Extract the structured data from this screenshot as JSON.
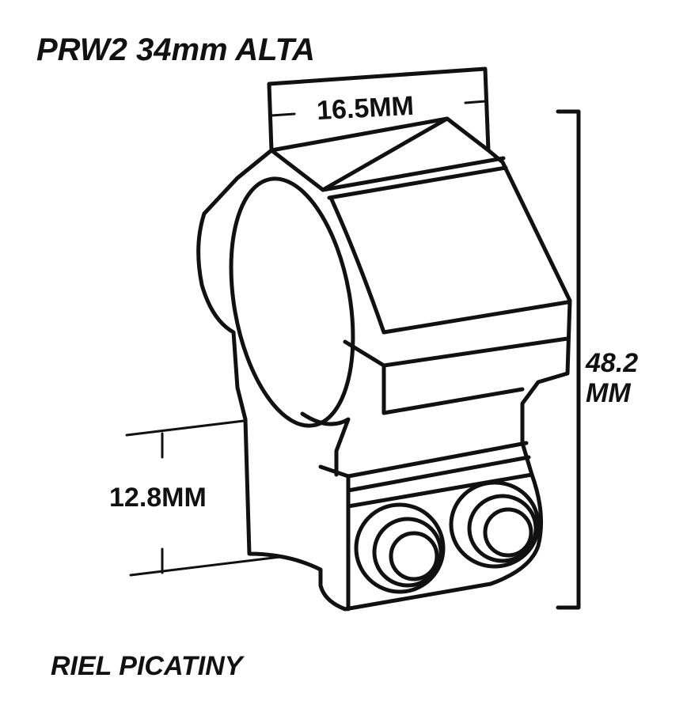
{
  "title": "PRW2 34mm ALTA",
  "dimensions": {
    "width": "16.5MM",
    "height_value": "48.2",
    "height_unit": "MM",
    "base": "12.8MM"
  },
  "footer": "RIEL PICATINY",
  "colors": {
    "ink": "#111111",
    "background": "#ffffff"
  }
}
